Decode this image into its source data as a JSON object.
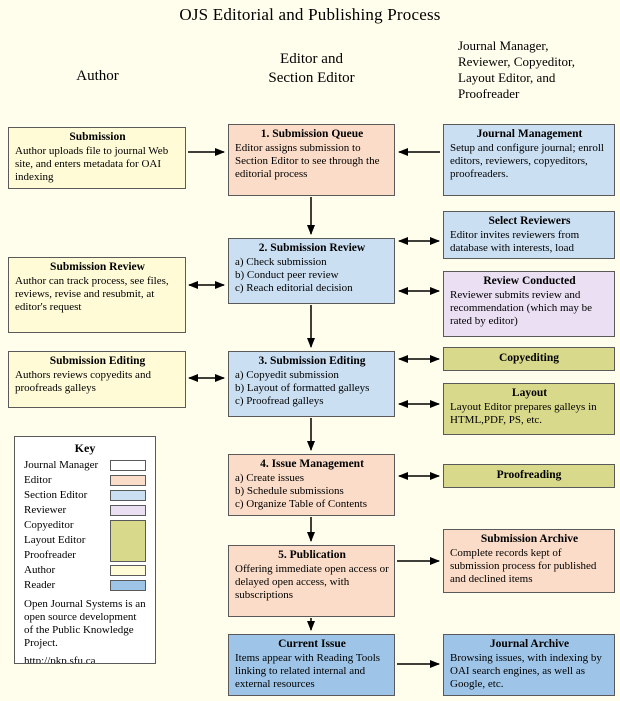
{
  "title": "OJS Editorial and Publishing Process",
  "headers": {
    "author": "Author",
    "editor": "Editor and\nSection Editor",
    "staff": "Journal Manager,\nReviewer, Copyeditor,\nLayout Editor, and\nProofreader"
  },
  "boxes": {
    "author_submission": {
      "title": "Submission",
      "body": "Author uploads file to journal Web site, and enters metadata for OAI indexing"
    },
    "author_review": {
      "title": "Submission Review",
      "body": "Author can track process, see files, reviews, revise and resubmit, at editor's request"
    },
    "author_editing": {
      "title": "Submission Editing",
      "body": "Authors reviews copyedits and proofreads galleys"
    },
    "queue": {
      "title": "1. Submission Queue",
      "body": "Editor assigns submission to Section Editor to see through the editorial process"
    },
    "review": {
      "title": "2. Submission Review",
      "body": "a) Check submission\nb) Conduct peer review\nc) Reach editorial decision"
    },
    "editing": {
      "title": "3. Submission Editing",
      "body": "a) Copyedit submission\nb) Layout of formatted galleys\nc) Proofread galleys"
    },
    "issue": {
      "title": "4. Issue Management",
      "body": "a) Create issues\nb) Schedule submissions\nc) Organize Table of Contents"
    },
    "publication": {
      "title": "5. Publication",
      "body": "Offering immediate open access or delayed open access, with subscriptions"
    },
    "current_issue": {
      "title": "Current Issue",
      "body": "Items appear with Reading Tools linking to related internal and external resources"
    },
    "journal_management": {
      "title": "Journal Management",
      "body": "Setup and configure journal; enroll editors, reviewers, copyeditors, proofreaders."
    },
    "select_reviewers": {
      "title": "Select Reviewers",
      "body": "Editor invites reviewers from database with interests, load"
    },
    "review_conducted": {
      "title": "Review Conducted",
      "body": "Reviewer submits review and recommendation (which may be rated by editor)"
    },
    "copyediting": {
      "title": "Copyediting",
      "body": ""
    },
    "layout": {
      "title": "Layout",
      "body": "Layout Editor prepares galleys in HTML,PDF, PS, etc."
    },
    "proofreading": {
      "title": "Proofreading",
      "body": ""
    },
    "submission_archive": {
      "title": "Submission Archive",
      "body": "Complete records kept of submission process for published and declined items"
    },
    "journal_archive": {
      "title": "Journal Archive",
      "body": "Browsing issues, with indexing by OAI search engines, as well as Google, etc."
    }
  },
  "key": {
    "title": "Key",
    "items": [
      {
        "label": "Journal Manager",
        "color": "#FFFFFF"
      },
      {
        "label": "Editor",
        "color": "#FADCC8"
      },
      {
        "label": "Section Editor",
        "color": "#CBDFF2"
      },
      {
        "label": "Reviewer",
        "color": "#EADFF3"
      },
      {
        "label": "Copyeditor",
        "color": "#D8D98A"
      },
      {
        "label": "Layout Editor",
        "color": "#D8D98A"
      },
      {
        "label": "Proofreader",
        "color": "#D8D98A"
      },
      {
        "label": "Author",
        "color": "#FFFBD7"
      },
      {
        "label": "Reader",
        "color": "#9EC5E8"
      }
    ],
    "note": "Open Journal Systems is an open source development of the Public Knowledge Project.",
    "url": "http://pkp.sfu.ca"
  },
  "colors": {
    "background": "#FFFDEB",
    "peach": "#FADCC8",
    "lightblue": "#CBDFF2",
    "lavender": "#EADFF3",
    "olive": "#D8D98A",
    "blue": "#9EC5E8",
    "cream": "#FFFBD7",
    "white": "#FFFFFF",
    "key_bg": "#FFFFFF",
    "border": "#5A5A5A",
    "arrow": "#000000"
  }
}
